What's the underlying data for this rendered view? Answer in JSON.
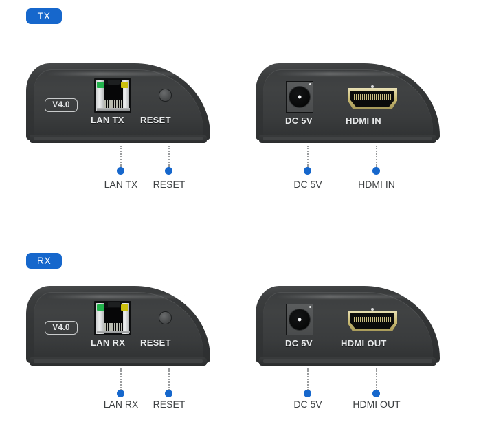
{
  "page": {
    "background_color": "#ffffff",
    "accent_color": "#1667cc",
    "label_text_color": "#3d4042",
    "device_body_color": "#3a3c3d"
  },
  "sections": [
    {
      "badge": "TX",
      "devices": [
        {
          "side": "left",
          "version_stamp": "V4.0",
          "ports": [
            {
              "type": "rj45",
              "device_label": "LAN TX",
              "callout_label": "LAN TX",
              "leds": [
                {
                  "name": "link-led",
                  "color": "#22b24c"
                },
                {
                  "name": "activity-led",
                  "color": "#cbbf0c"
                }
              ]
            },
            {
              "type": "button",
              "device_label": "RESET",
              "callout_label": "RESET"
            }
          ]
        },
        {
          "side": "right",
          "ports": [
            {
              "type": "dc-jack",
              "device_label": "DC 5V",
              "callout_label": "DC 5V"
            },
            {
              "type": "hdmi",
              "device_label": "HDMI IN",
              "callout_label": "HDMI IN"
            }
          ]
        }
      ]
    },
    {
      "badge": "RX",
      "devices": [
        {
          "side": "left",
          "version_stamp": "V4.0",
          "ports": [
            {
              "type": "rj45",
              "device_label": "LAN RX",
              "callout_label": "LAN RX",
              "leds": [
                {
                  "name": "link-led",
                  "color": "#22b24c"
                },
                {
                  "name": "activity-led",
                  "color": "#cbbf0c"
                }
              ]
            },
            {
              "type": "button",
              "device_label": "RESET",
              "callout_label": "RESET"
            }
          ]
        },
        {
          "side": "right",
          "ports": [
            {
              "type": "dc-jack",
              "device_label": "DC 5V",
              "callout_label": "DC 5V"
            },
            {
              "type": "hdmi",
              "device_label": "HDMI OUT",
              "callout_label": "HDMI OUT"
            }
          ]
        }
      ]
    }
  ]
}
